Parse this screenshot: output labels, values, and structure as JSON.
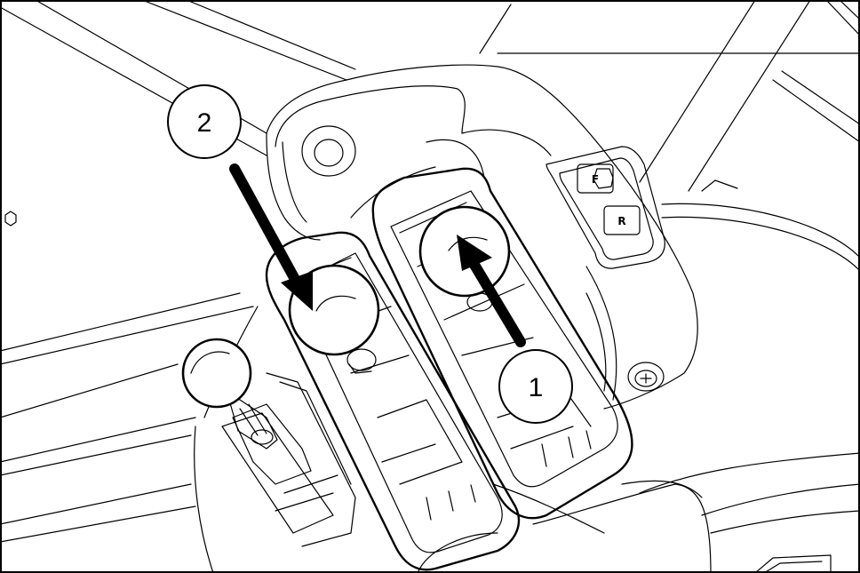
{
  "callouts": [
    {
      "id": "callout-1",
      "label": "1"
    },
    {
      "id": "callout-2",
      "label": "2"
    }
  ],
  "switches": {
    "forward_label": "F",
    "reverse_label": "R"
  },
  "colors": {
    "stroke": "#000000",
    "fill": "#ffffff"
  }
}
